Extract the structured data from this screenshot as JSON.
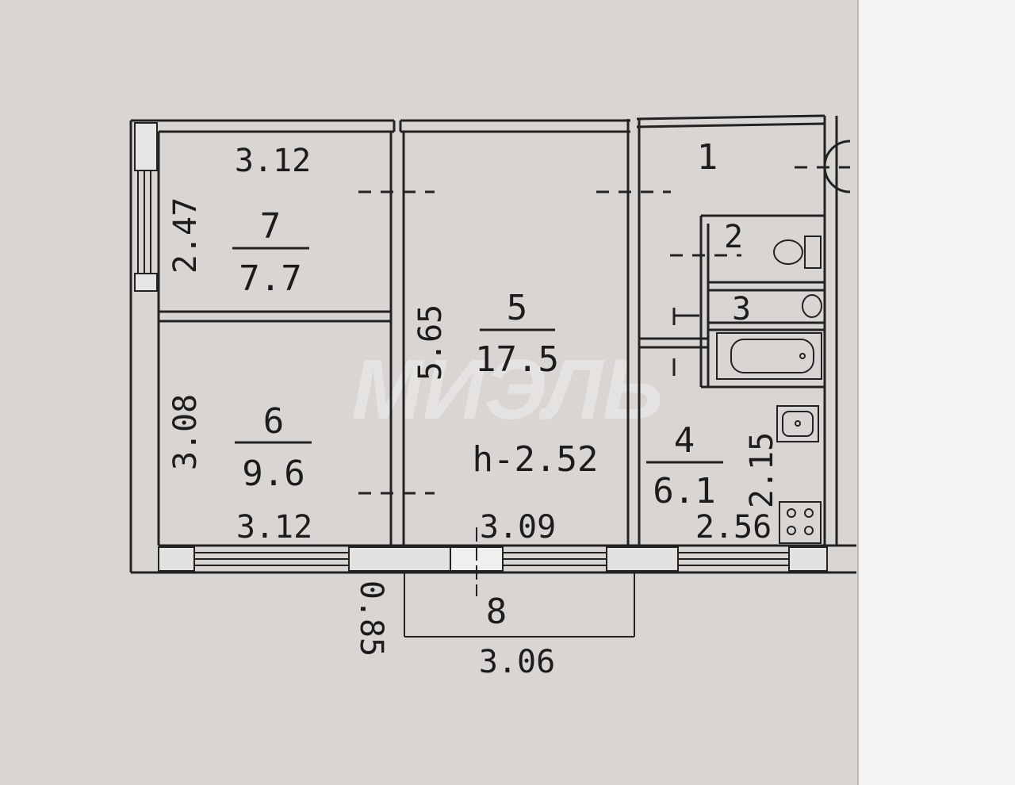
{
  "watermark": "МИЭЛЬ",
  "colors": {
    "paper": "#d8d5d3",
    "ink": "#222222",
    "right_sheet": "#f4f4f4"
  },
  "rooms": [
    {
      "number": "1"
    },
    {
      "number": "2"
    },
    {
      "number": "3"
    },
    {
      "number": "4",
      "area": "6.1"
    },
    {
      "number": "5",
      "area": "17.5"
    },
    {
      "number": "6",
      "area": "9.6"
    },
    {
      "number": "7",
      "area": "7.7"
    },
    {
      "number": "8"
    }
  ],
  "ceiling_height": "h-2.52",
  "dimensions": {
    "room7_width": "3.12",
    "room7_length": "2.47",
    "room6_length": "3.08",
    "room6_width": "3.12",
    "room5_length": "5.65",
    "room5_width": "3.09",
    "room4_length": "2.15",
    "room4_width": "2.56",
    "balcony_depth": "0.85",
    "balcony_width": "3.06"
  }
}
